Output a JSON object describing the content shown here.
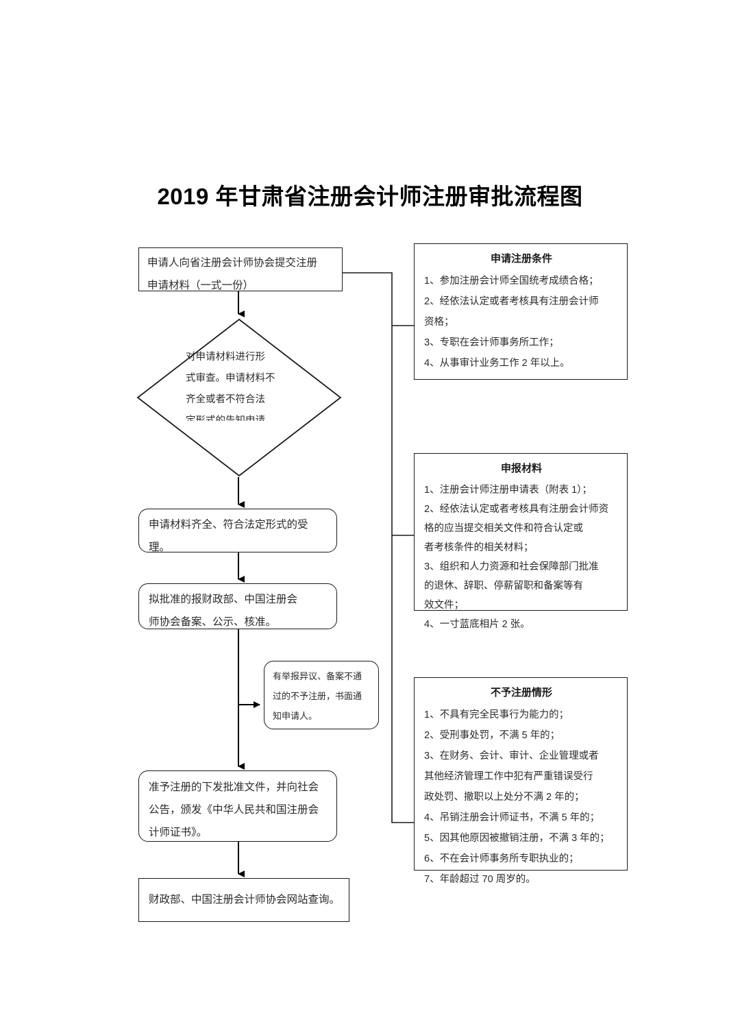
{
  "title": "2019 年甘肃省注册会计师注册审批流程图",
  "flow": {
    "submit": "申请人向省注册会计师协会提交注册\n申请材料（一式一份）",
    "review_decision": "对申请材料进行形\n式审查。申请材料不\n齐全或者不符合法\n定形式的告知申请",
    "accept": "申请材料齐全、符合法定形式的受\n理。",
    "approve": "拟批准的报财政部、中国注册会\n师协会备案、公示、核准。",
    "reject_note": "有举报异议、备案不通\n过的不予注册，书面通\n知申请人。",
    "issue": "准予注册的下发批准文件，并向社会\n公告，颁发《中华人民共和国注册会\n计师证书》。",
    "query": "财政部、中国注册会计师协会网站查询。"
  },
  "panels": {
    "conditions": {
      "heading": "申请注册条件",
      "items": [
        "1、参加注册会计师全国统考成绩合格；",
        "2、经依法认定或者考核具有注册会计师\n        资格；",
        "3、专职在会计师事务所工作；",
        "4、从事审计业务工作 2 年以上。"
      ]
    },
    "materials": {
      "heading": "申报材料",
      "items": [
        "1、注册会计师注册申请表（附表 1）；",
        "2、经依法认定或者考核具有注册会计师资\n      格的应当提交相关文件和符合认定或\n      者考核条件的相关材料；",
        " 3、组织和人力资源和社会保障部门批准\n      的退休、辞职、停薪留职和备案等有\n      效文件；",
        "4、一寸蓝底相片 2 张。"
      ]
    },
    "refusals": {
      "heading": "不予注册情形",
      "items": [
        "1、不具有完全民事行为能力的；",
        "2、受刑事处罚，不满 5 年的；",
        "3、在财务、会计、审计、企业管理或者\n其他经济管理工作中犯有严重错误受行\n政处罚、撤职以上处分不满 2 年的；",
        "4、吊销注册会计师证书，不满 5 年的；",
        "5、因其他原因被撤销注册，不满 3 年的；",
        "6、不在会计师事务所专职执业的；",
        "7、年龄超过 70 周岁的。"
      ]
    }
  },
  "colors": {
    "stroke": "#1a1a1a",
    "text": "#2b2b2b",
    "background": "#ffffff"
  }
}
